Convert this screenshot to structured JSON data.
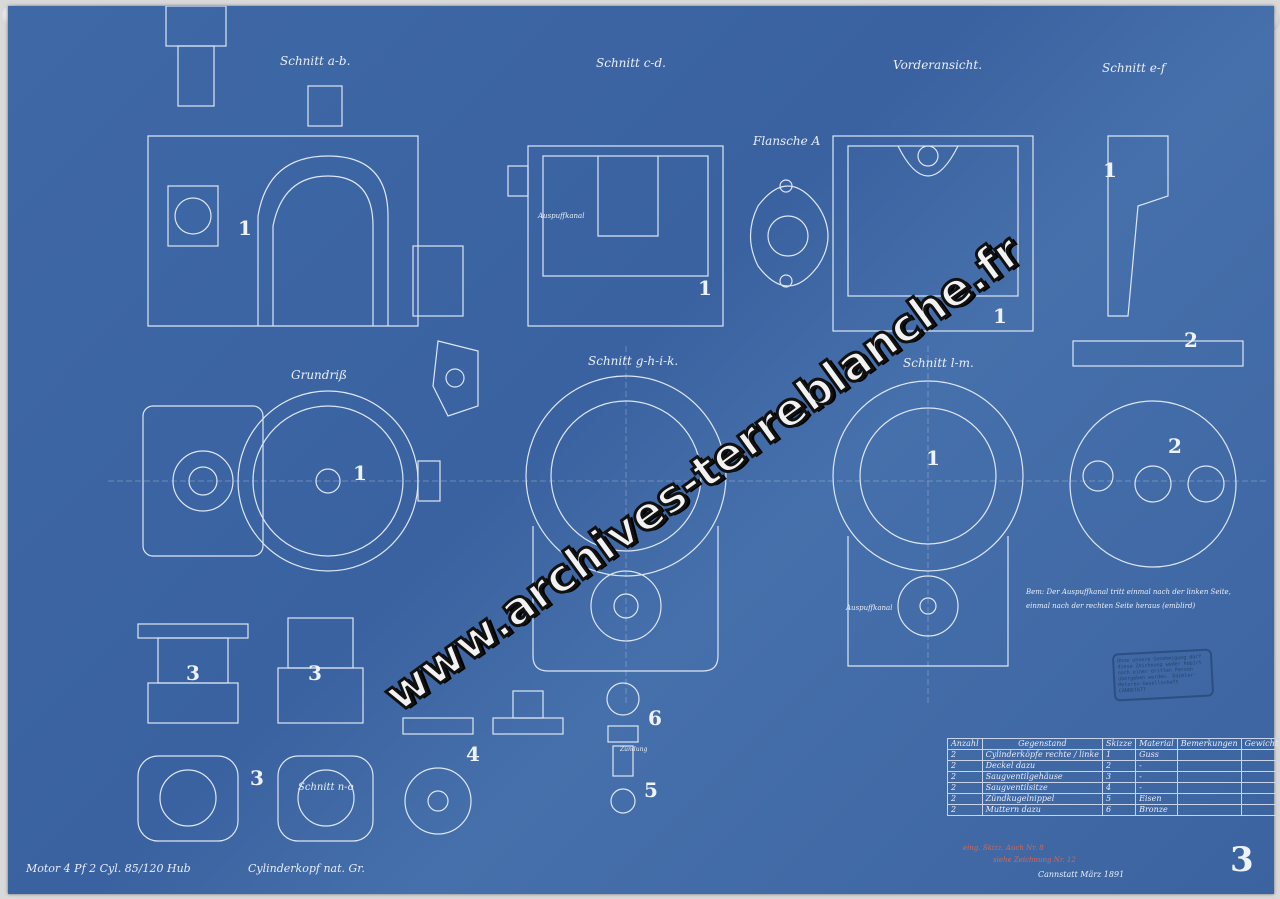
{
  "views": {
    "section_ab": "Schnitt a-b.",
    "section_cd": "Schnitt c-d.",
    "front_view": "Vorderansicht.",
    "section_ef": "Schnitt e-f",
    "flange": "Flansche A",
    "plan": "Grundriß",
    "section_ghik": "Schnitt g-h-i-k.",
    "section_lm": "Schnitt l-m.",
    "section_no": "Schnitt n-o"
  },
  "part_numbers": [
    "1",
    "2",
    "3",
    "4",
    "5",
    "6"
  ],
  "sheet_number": "3",
  "note": {
    "line1": "Bem: Der Auspuffkanal tritt einmal nach der linken Seite,",
    "line2": "einmal nach der rechten Seite heraus (emblird)"
  },
  "labels": {
    "exhaust_channel": "Auspuffkanal",
    "ignition": "Zündung"
  },
  "parts_table": {
    "headers": [
      "Anzahl",
      "Gegenstand",
      "Skizze",
      "Material",
      "Bemerkungen",
      "Gewicht"
    ],
    "rows": [
      [
        "2",
        "Cylinderköpfe rechte / linke",
        "1",
        "Guss",
        "",
        ""
      ],
      [
        "2",
        "Deckel dazu",
        "2",
        "-",
        "",
        ""
      ],
      [
        "2",
        "Saugventilgehäuse",
        "3",
        "-",
        "",
        ""
      ],
      [
        "2",
        "Saugventilsitze",
        "4",
        "-",
        "",
        ""
      ],
      [
        "2",
        "Zündkugelnippel",
        "5",
        "Eisen",
        "",
        ""
      ],
      [
        "2",
        "Muttern dazu",
        "6",
        "Bronze",
        "",
        ""
      ]
    ]
  },
  "red_notes": [
    "eing. Skizz. Auch Nr. 8",
    "siehe Zeichnung Nr. 12"
  ],
  "stamp": {
    "text": "Ohne unsere Genehmigung darf diese Zeichnung weder kopirt noch einer dritten Person übergeben werden. Daimler-Motoren-Gesellschaft CANNSTATT"
  },
  "footer": {
    "motor": "Motor 4 Pf 2 Cyl. 85/120 Hub",
    "title": "Cylinderkopf nat. Gr.",
    "signature": "Cannstatt März 1891"
  },
  "watermark": "www.archives-terreblanche.fr"
}
